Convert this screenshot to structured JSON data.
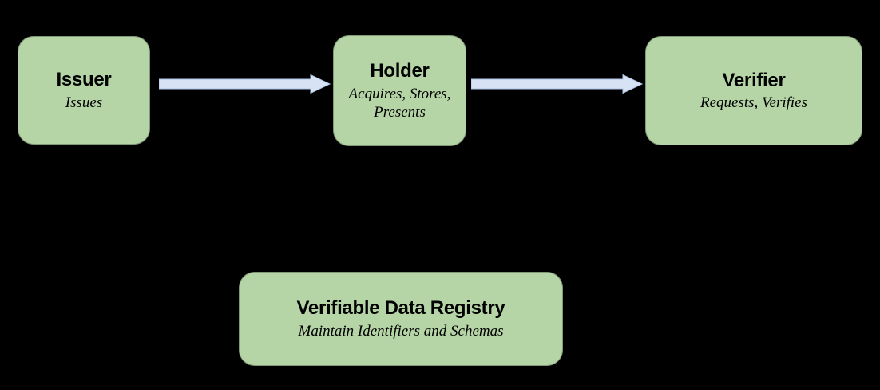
{
  "diagram": {
    "background_color": "#000000",
    "node_fill_color": "#b5d5a6",
    "node_text_color": "#000000",
    "arrow_fill_color": "#d7e3f4",
    "arrow_border_color": "#aec4e5"
  },
  "nodes": {
    "issuer": {
      "title": "Issuer",
      "subtitle": "Issues"
    },
    "holder": {
      "title": "Holder",
      "subtitle": "Acquires, Stores, Presents"
    },
    "verifier": {
      "title": "Verifier",
      "subtitle": "Requests, Verifies"
    },
    "registry": {
      "title": "Verifiable Data Registry",
      "subtitle": "Maintain Identifiers and Schemas"
    }
  },
  "edges": [
    {
      "from": "issuer",
      "to": "holder"
    },
    {
      "from": "holder",
      "to": "verifier"
    }
  ]
}
